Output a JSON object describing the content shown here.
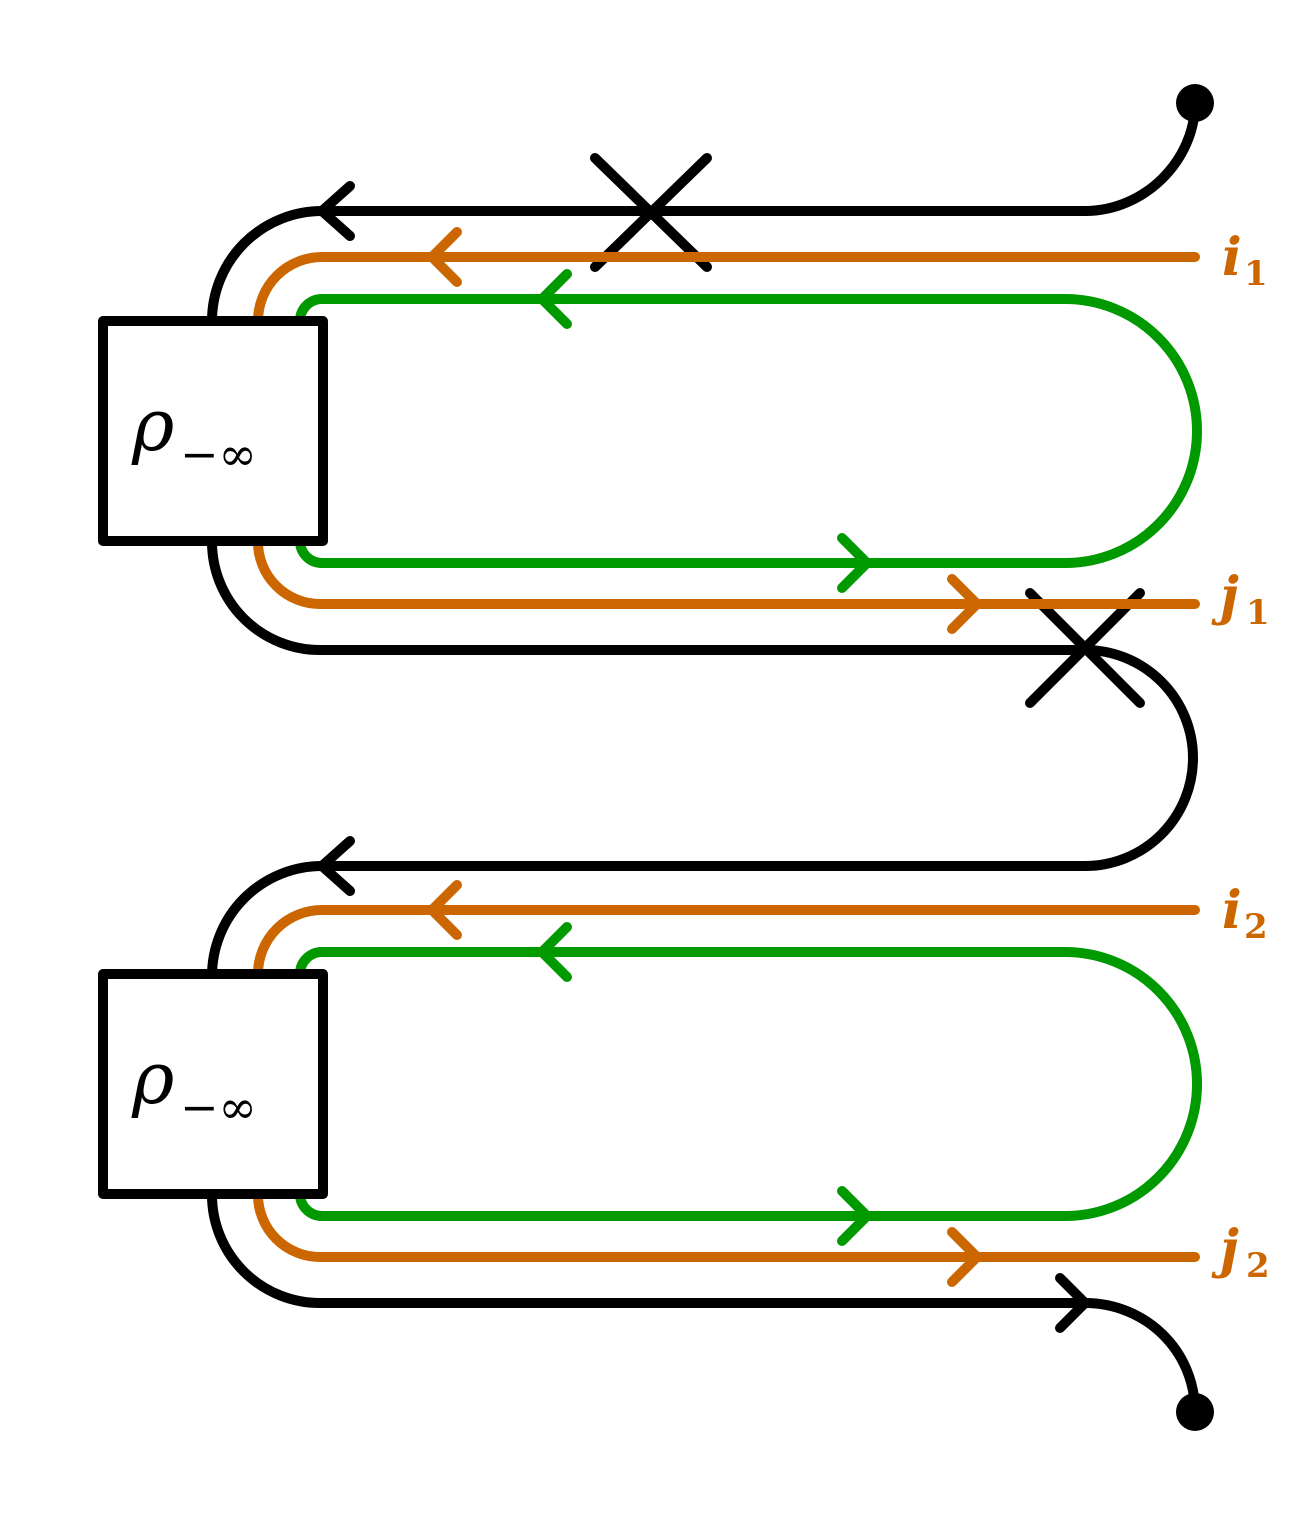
{
  "colors": {
    "black": "#000000",
    "orange": "#cc6600",
    "green": "#009900"
  },
  "boxes": [
    {
      "symbol": "ρ",
      "subscript": "−∞"
    },
    {
      "symbol": "ρ",
      "subscript": "−∞"
    }
  ],
  "labels": {
    "i1": {
      "letter": "i",
      "sub": "1"
    },
    "j1": {
      "letter": "j",
      "sub": "1"
    },
    "i2": {
      "letter": "i",
      "sub": "2"
    },
    "j2": {
      "letter": "j",
      "sub": "2"
    }
  },
  "icons": [
    "endpoint-dot",
    "cross-mark",
    "arrowhead"
  ]
}
